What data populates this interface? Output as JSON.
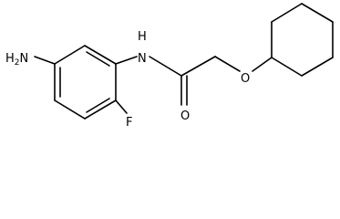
{
  "molecule": {
    "atoms": {
      "amine_h": "H",
      "amine_h_count": "2",
      "amine_n": "N",
      "amide_n": "N",
      "amide_h": "H",
      "carbonyl_o": "O",
      "ether_o": "O",
      "fluorine": "F"
    }
  }
}
